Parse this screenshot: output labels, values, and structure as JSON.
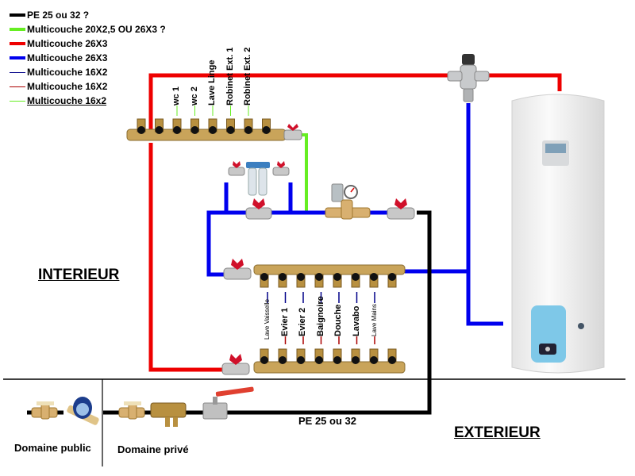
{
  "legend": [
    {
      "label": "PE 25 ou 32 ?",
      "color": "#000000",
      "weight": "thick"
    },
    {
      "label": "Multicouche 20X2,5 OU 26X3 ?",
      "color": "#66ee22",
      "weight": "thick"
    },
    {
      "label": "Multicouche 26X3",
      "color": "#ee0000",
      "weight": "thick"
    },
    {
      "label": "Multicouche 26X3",
      "color": "#0000ee",
      "weight": "thick"
    },
    {
      "label": "Multicouche 16X2",
      "color": "#000088",
      "weight": "thin"
    },
    {
      "label": "Multicouche 16X2",
      "color": "#aa0000",
      "weight": "thin"
    },
    {
      "label": "Multicouche 16x2",
      "color": "#66ee22",
      "weight": "thin",
      "underline": true
    }
  ],
  "colors": {
    "pe": "#000000",
    "green": "#66ee22",
    "red": "#ee0000",
    "blue": "#0000ee",
    "brass": "#c9a45a",
    "valve_handle": "#d0102a",
    "heater_body": "#eeeeee",
    "heater_panel": "#7ec8e8"
  },
  "top_manifold": {
    "outlets": [
      "wc 1",
      "wc 2",
      "Lave Linge",
      "Robinet Ext. 1",
      "Robinet Ext. 2"
    ]
  },
  "middle_manifold": {
    "outlets": [
      "Lave Vaisselle",
      "Evier 1",
      "Evier 2",
      "Baignoire",
      "Douche",
      "Lavabo",
      "Lave Mains"
    ]
  },
  "sections": {
    "interior": "INTERIEUR",
    "exterior": "EXTERIEUR"
  },
  "domains": {
    "public": "Domaine public",
    "private": "Domaine privé"
  },
  "main_pipe_label": "PE 25 ou 32",
  "components": {
    "water_heater": "water-heater",
    "thermostatic_mixer": "thermostatic-mixing-valve",
    "filter": "double-water-filter",
    "pressure_reducer": "pressure-reducer-with-gauge",
    "water_meter": "water-meter"
  }
}
